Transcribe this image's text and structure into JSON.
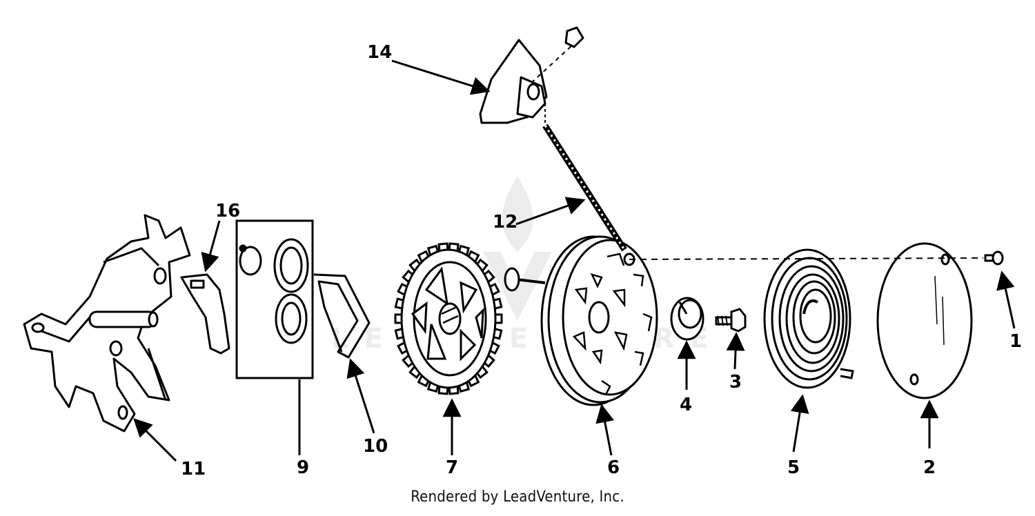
{
  "diagram": {
    "callouts": {
      "c1": "1",
      "c2": "2",
      "c3": "3",
      "c4": "4",
      "c5": "5",
      "c6": "6",
      "c7": "7",
      "c9": "9",
      "c10": "10",
      "c11": "11",
      "c12": "12",
      "c14": "14",
      "c16": "16"
    },
    "watermark": "LEADVENTURE",
    "footer": "Rendered by LeadVenture, Inc."
  }
}
